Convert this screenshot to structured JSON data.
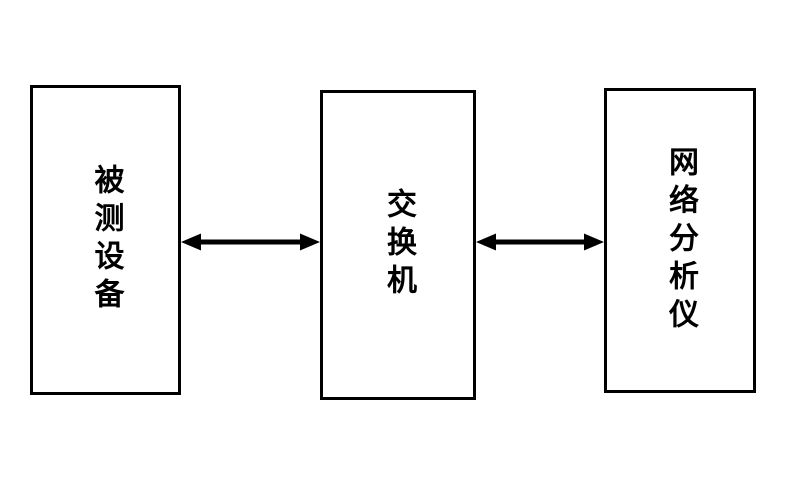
{
  "diagram": {
    "title": "",
    "nodes": [
      {
        "id": "dut",
        "label": "被测设备"
      },
      {
        "id": "switch",
        "label": "交换机"
      },
      {
        "id": "analyzer",
        "label": "网络分析仪"
      }
    ],
    "connections": [
      {
        "from": "dut",
        "to": "switch",
        "type": "bidirectional-arrow"
      },
      {
        "from": "switch",
        "to": "analyzer",
        "type": "bidirectional-arrow"
      }
    ],
    "colors": {
      "background": "#ffffff",
      "box_fill": "#ffffff",
      "box_border": "#000000",
      "arrow": "#000000"
    }
  }
}
